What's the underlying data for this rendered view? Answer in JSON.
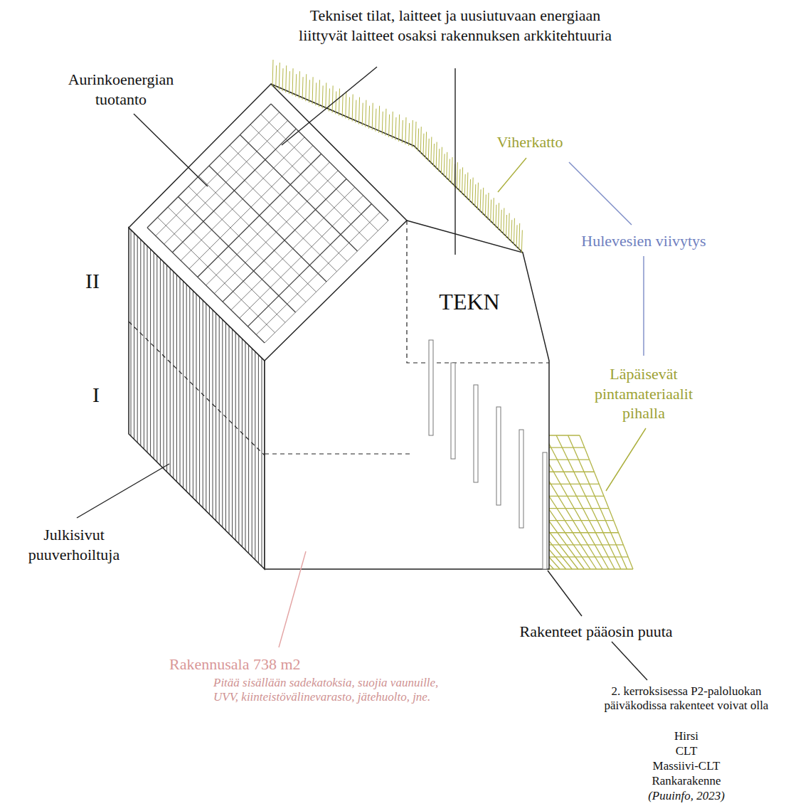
{
  "diagram": {
    "labels": [
      "Tekniset tilat, laitteet ja uusiutuvaan energiaan liittyvät laitteet osaksi rakennuksen arkkitehtuuria",
      "Aurinkoenergian tuotanto",
      "Viherkatto",
      "Hulevesien viivytys",
      "II",
      "TEKN",
      "I",
      "Läpäisevät pintamateriaalit pihalla",
      "Julkisivut puuverhoiltuja",
      "Rakenteet pääosin puuta",
      "Rakennusala 738 m2",
      "Pitää sisällään sadekatoksia, suojia vaunuille, UVV, kiinteistövälinevarasto, jätehuolto, jne.",
      "2. kerroksisessa P2-paloluokan päiväkodissa rakenteet voivat olla",
      "Hirsi",
      "CLT",
      "Massiivi-CLT",
      "Rankarakenne",
      "(Puuinfo, 2023)"
    ]
  }
}
